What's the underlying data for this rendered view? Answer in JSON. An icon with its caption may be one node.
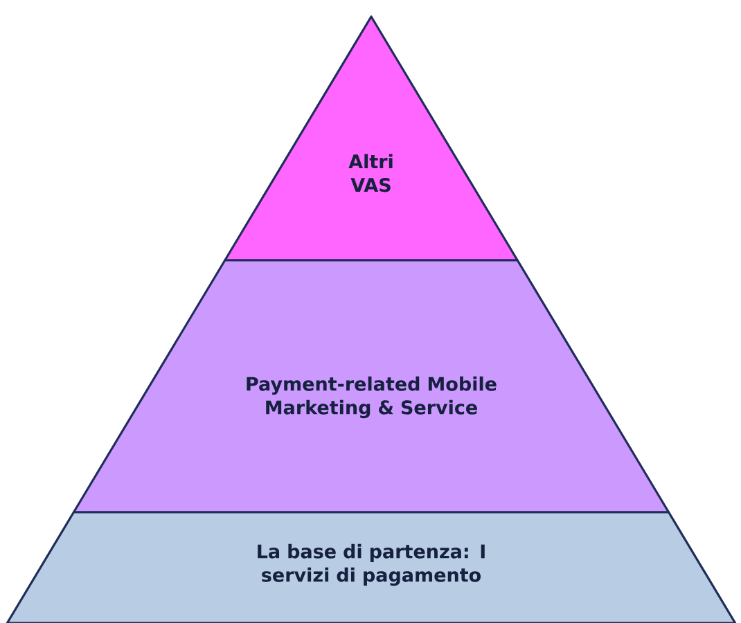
{
  "diagram": {
    "nodes": [
      {
        "text": [
          "Altri VAS"
        ]
      },
      {
        "text": [
          "Payment-related Mobile Marketing & Service"
        ]
      },
      {
        "text": [
          "La base di partenza: I servizi di pagamento"
        ]
      }
    ]
  }
}
